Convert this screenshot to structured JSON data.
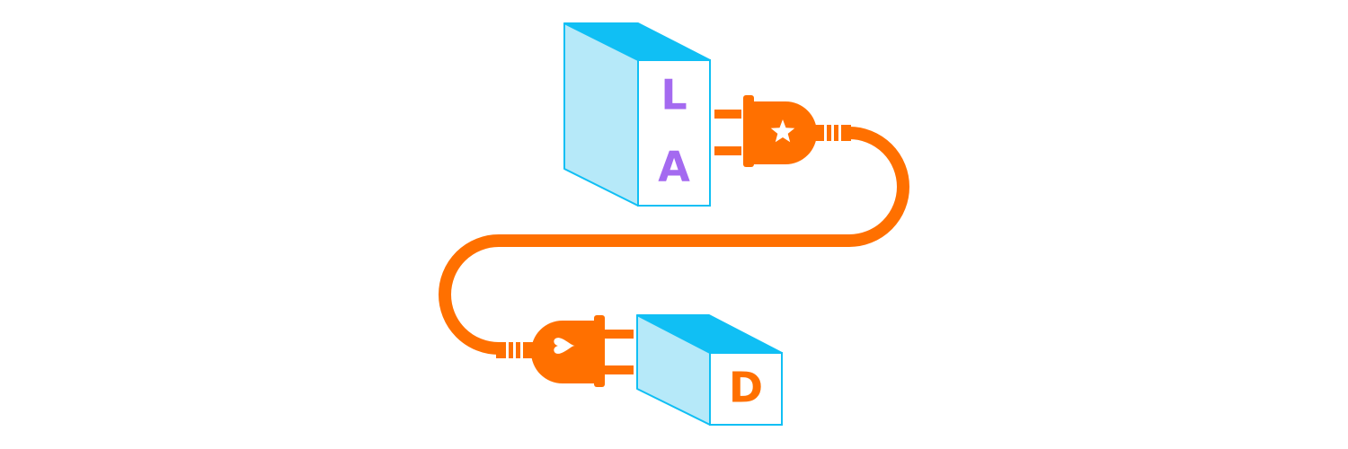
{
  "colors": {
    "box_top": "#10bff4",
    "box_side": "#b6e9f9",
    "box_face": "#ffffff",
    "box_stroke": "#10bff4",
    "cable": "#ff7000",
    "letters_top": "#a46af0",
    "letter_bottom": "#ff7000",
    "icon_fill": "#ffffff"
  },
  "top_box": {
    "letter_1": "L",
    "letter_2": "A"
  },
  "bottom_box": {
    "letter": "D"
  },
  "icons": {
    "top_plug": "star-icon",
    "bottom_plug": "heart-icon"
  }
}
